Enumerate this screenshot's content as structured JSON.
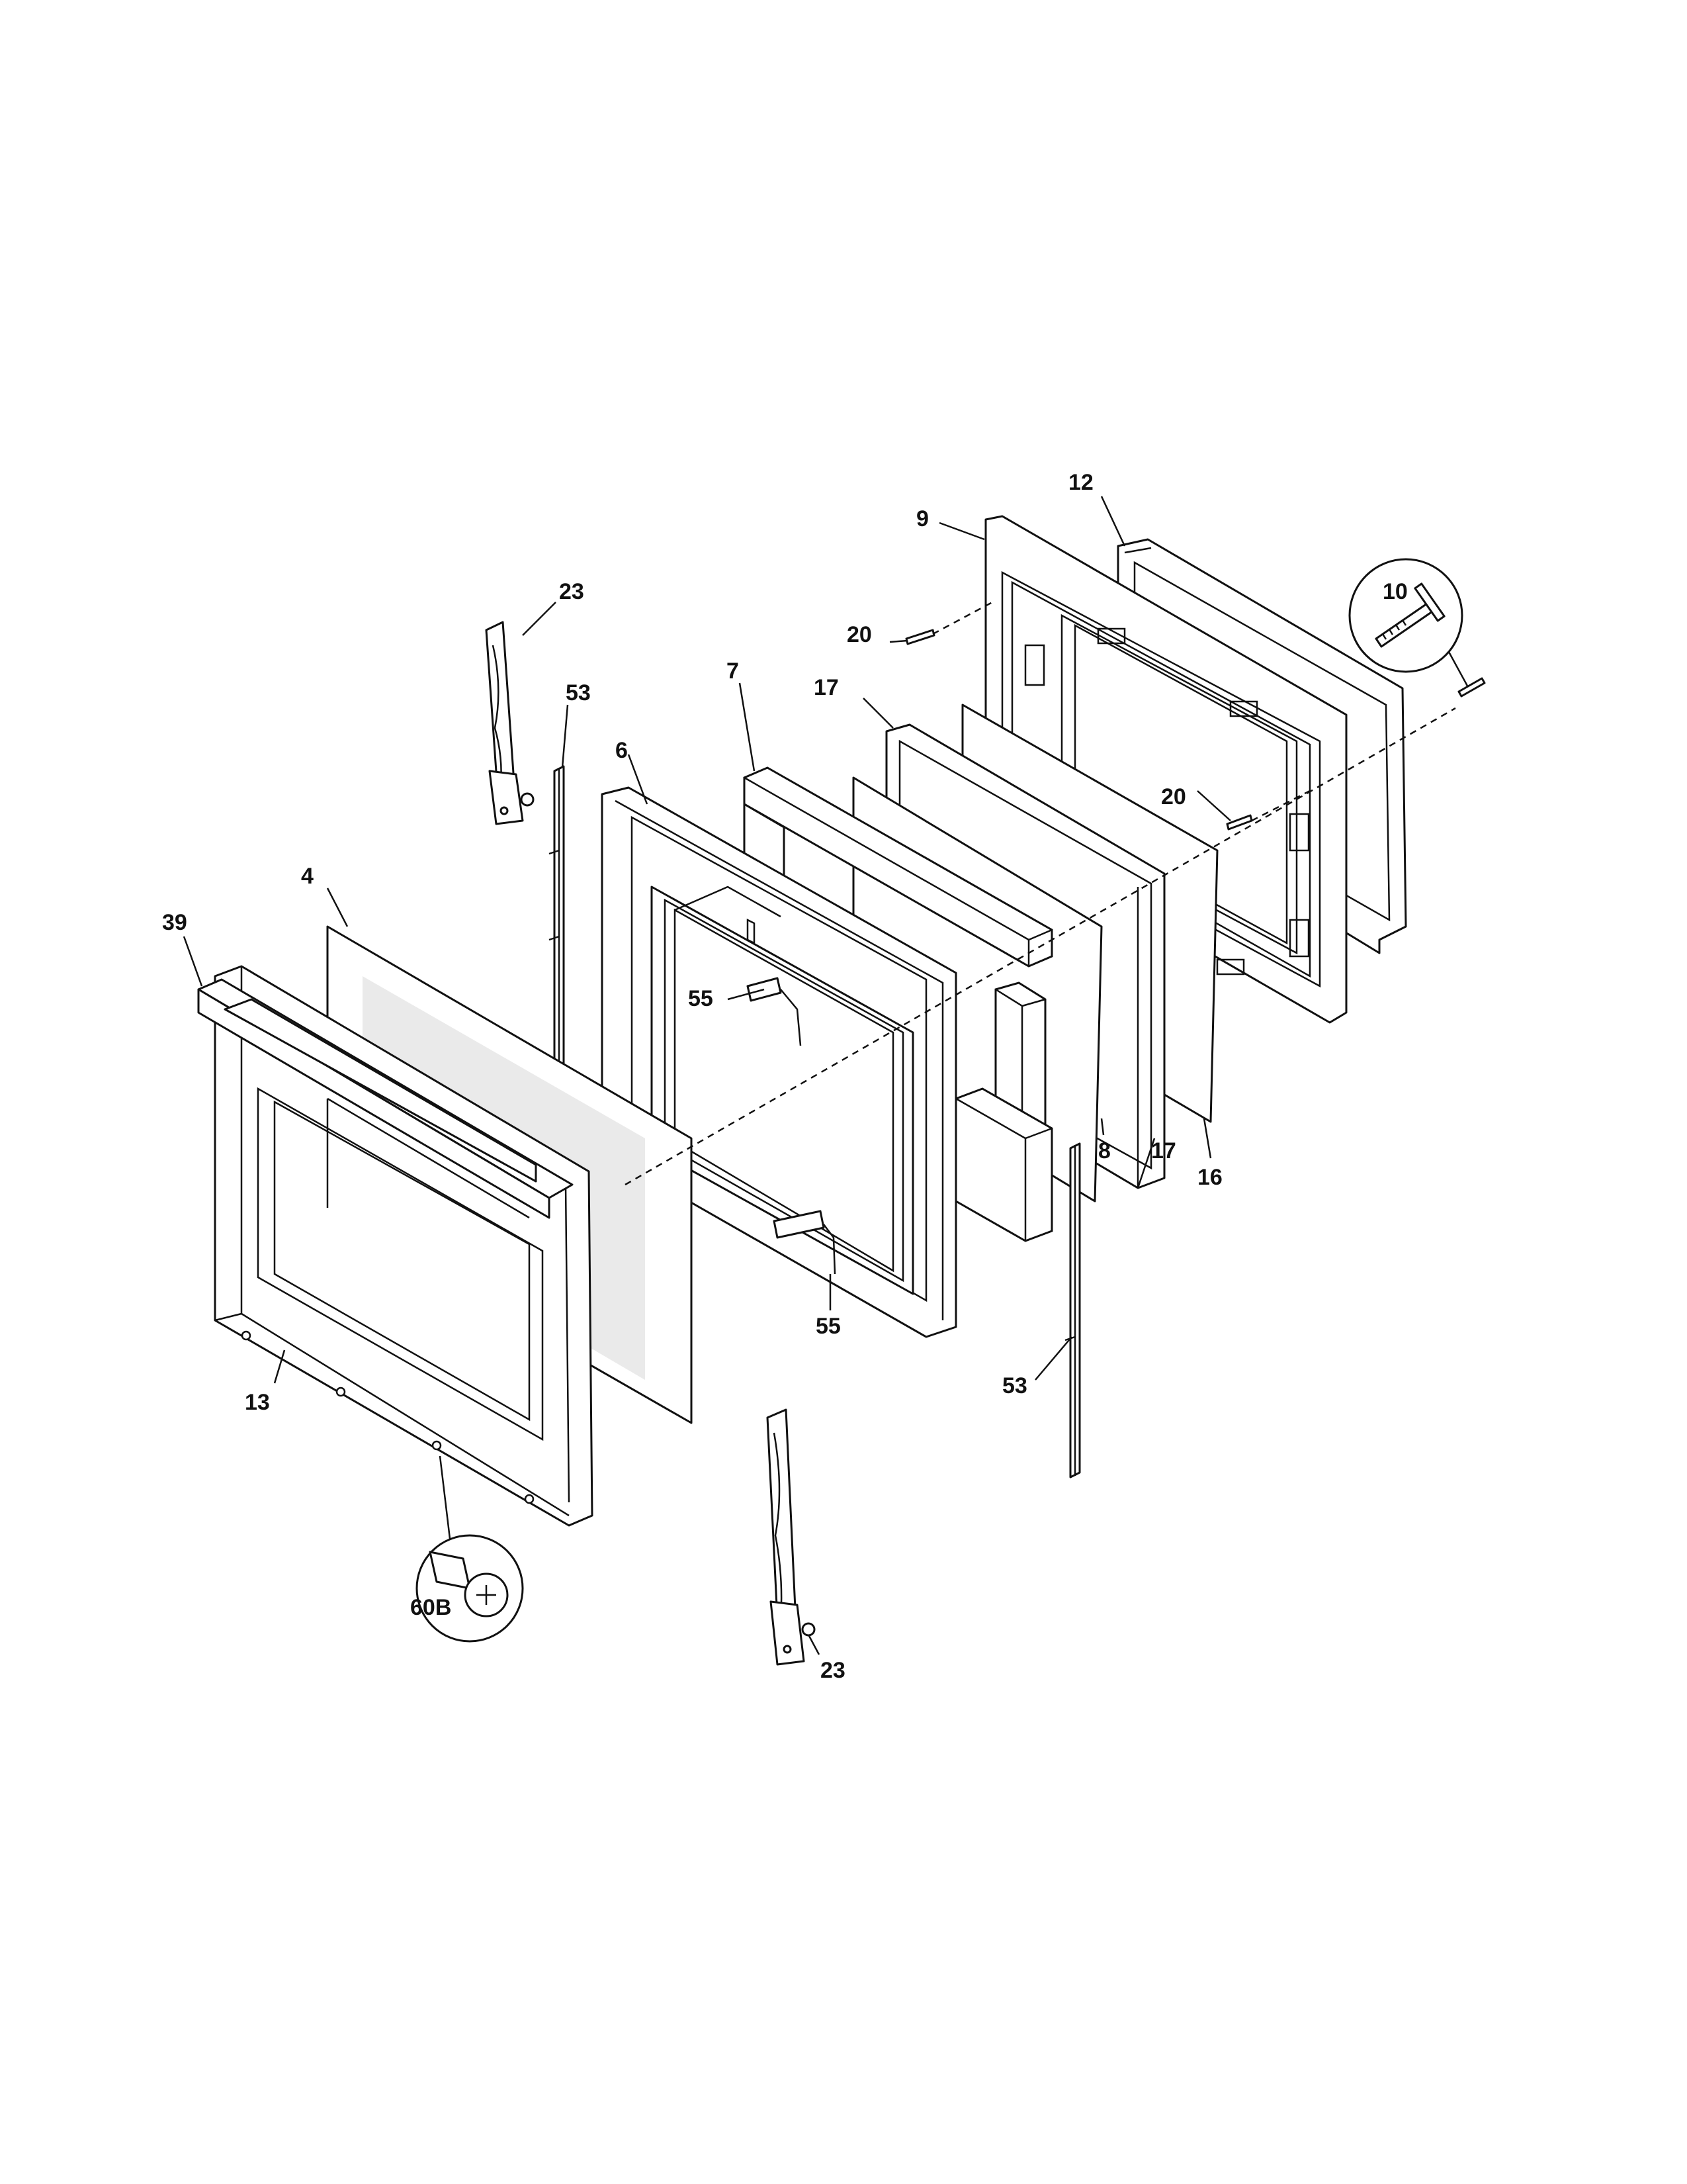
{
  "diagram": {
    "callouts": {
      "c4": "4",
      "c6": "6",
      "c7": "7",
      "c8": "8",
      "c9": "9",
      "c10": "10",
      "c12": "12",
      "c13": "13",
      "c16": "16",
      "c17a": "17",
      "c17b": "17",
      "c20a": "20",
      "c20b": "20",
      "c23a": "23",
      "c23b": "23",
      "c39": "39",
      "c53a": "53",
      "c53b": "53",
      "c55a": "55",
      "c55b": "55",
      "c60b": "60B"
    }
  }
}
